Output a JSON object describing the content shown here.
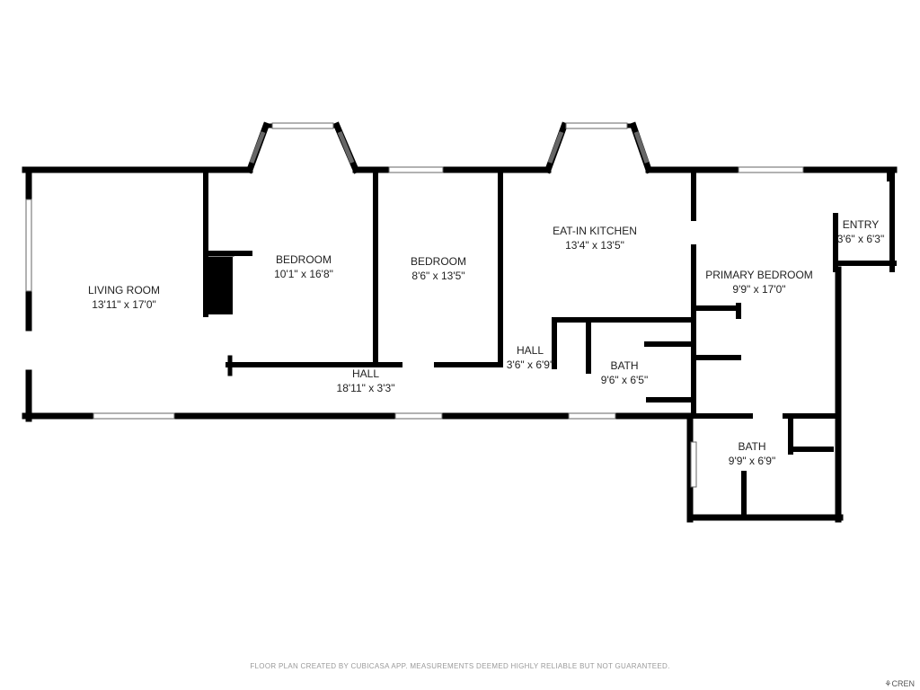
{
  "colors": {
    "wall": "#000000",
    "window_fill": "#ffffff",
    "window_stroke": "#666666",
    "text": "#222222",
    "footer_text": "#9a9a9a"
  },
  "rooms": [
    {
      "id": "living-room",
      "name": "LIVING ROOM",
      "dims": "13'11\" x 17'0\""
    },
    {
      "id": "bedroom-1",
      "name": "BEDROOM",
      "dims": "10'1\" x 16'8\""
    },
    {
      "id": "bedroom-2",
      "name": "BEDROOM",
      "dims": "8'6\" x 13'5\""
    },
    {
      "id": "eat-in-kitchen",
      "name": "EAT-IN KITCHEN",
      "dims": "13'4\" x 13'5\""
    },
    {
      "id": "entry",
      "name": "ENTRY",
      "dims": "3'6\" x 6'3\""
    },
    {
      "id": "primary-bedroom",
      "name": "PRIMARY BEDROOM",
      "dims": "9'9\" x 17'0\""
    },
    {
      "id": "hall-small",
      "name": "HALL",
      "dims": "3'6\" x 6'9\""
    },
    {
      "id": "bath-1",
      "name": "BATH",
      "dims": "9'6\" x 6'5\""
    },
    {
      "id": "hall-long",
      "name": "HALL",
      "dims": "18'11\" x 3'3\""
    },
    {
      "id": "bath-2",
      "name": "BATH",
      "dims": "9'9\" x 6'9\""
    }
  ],
  "footer": {
    "text": "FLOOR PLAN CREATED BY CUBICASA APP. MEASUREMENTS DEEMED HIGHLY RELIABLE BUT NOT GUARANTEED."
  },
  "logo": {
    "text": "CREN"
  }
}
